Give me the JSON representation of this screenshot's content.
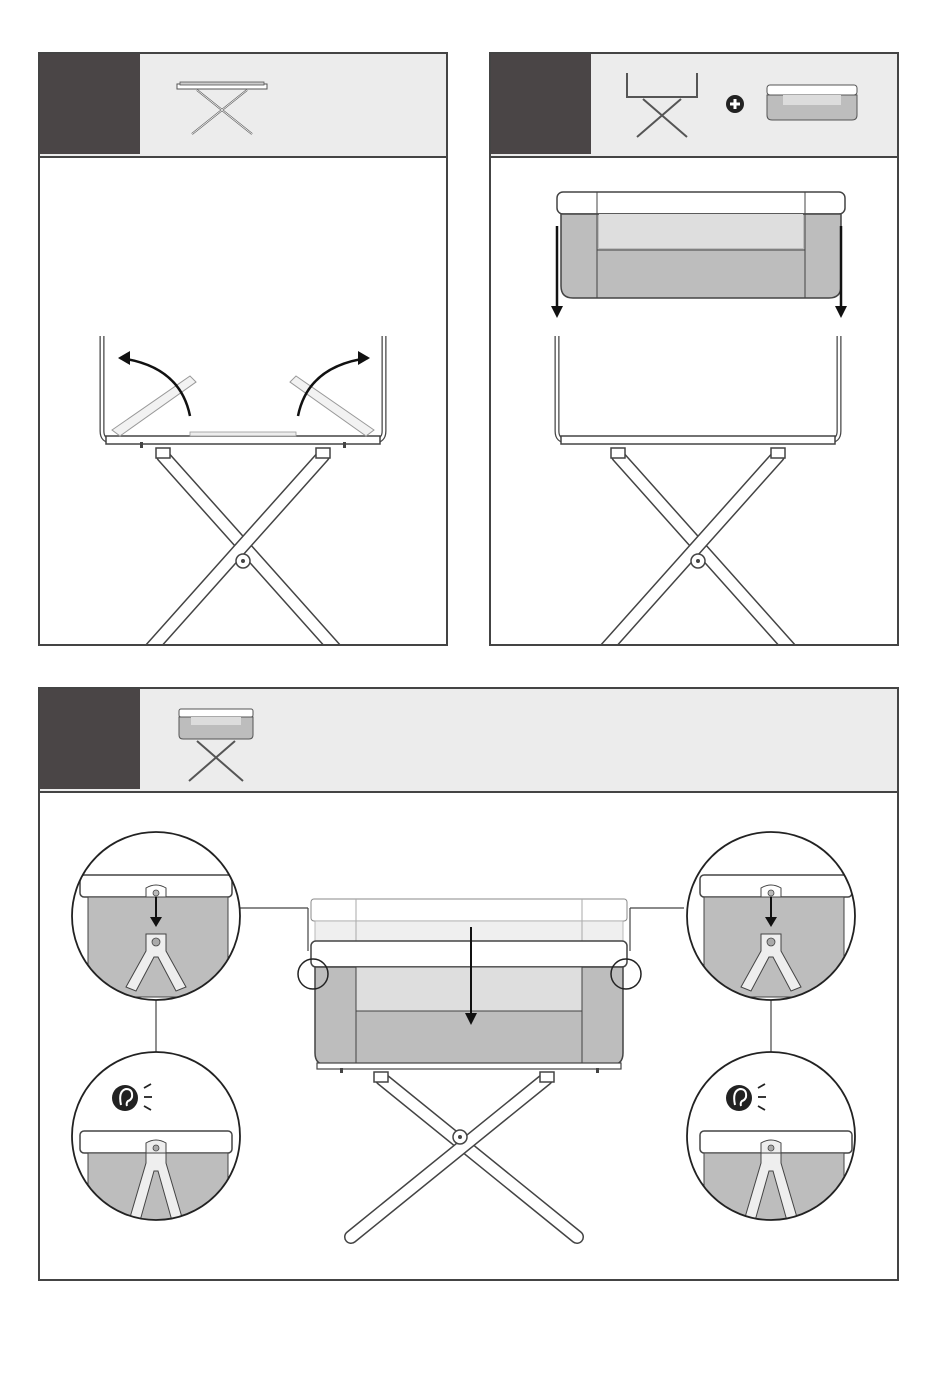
{
  "steps": [
    {
      "number": "",
      "thumbnail": "x-stand-frame",
      "illustration": "fold-up-side-bars"
    },
    {
      "number": "",
      "thumbnail": "x-stand-frame-plus-bassinet",
      "illustration": "lower-bassinet-onto-frame"
    },
    {
      "number": "",
      "thumbnail": "assembled-bassinet",
      "illustration": "press-down-until-click"
    }
  ],
  "icons": {
    "plus": "plus-icon",
    "ear": "ear-click-icon",
    "arrow": "arrow-icon"
  },
  "colors": {
    "step_number_bg": "#4a4546",
    "header_bg": "#ececec",
    "fabric": "#bdbdbd",
    "outline": "#444444"
  }
}
